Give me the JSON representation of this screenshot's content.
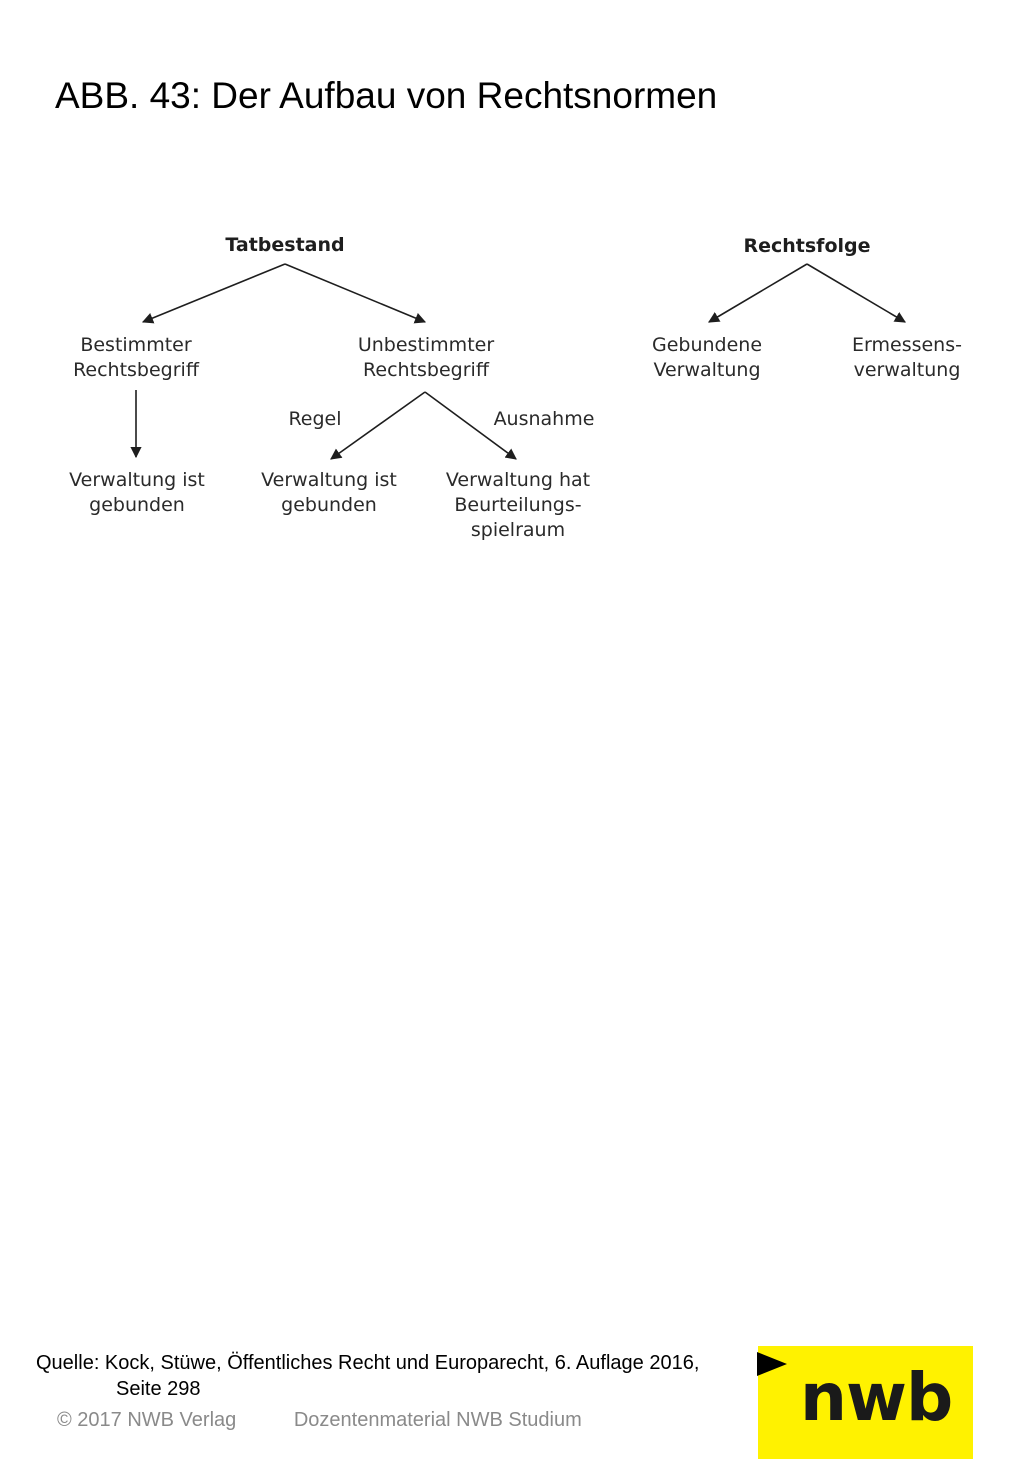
{
  "title": "ABB. 43: Der Aufbau von Rechtsnormen",
  "diagram": {
    "tatbestand": "Tatbestand",
    "rechtsfolge": "Rechtsfolge",
    "bestimmter": [
      "Bestimmter",
      "Rechtsbegriff"
    ],
    "unbestimmter": [
      "Unbestimmter",
      "Rechtsbegriff"
    ],
    "gebundene": [
      "Gebundene",
      "Verwaltung"
    ],
    "ermessens": [
      "Ermessens-",
      "verwaltung"
    ],
    "regel": "Regel",
    "ausnahme": "Ausnahme",
    "gebunden_1": [
      "Verwaltung ist",
      "gebunden"
    ],
    "gebunden_2": [
      "Verwaltung ist",
      "gebunden"
    ],
    "beurteilung": [
      "Verwaltung hat",
      "Beurteilungs-",
      "spielraum"
    ]
  },
  "footer": {
    "source_line1": "Quelle: Kock, Stüwe, Öffentliches Recht und Europarecht, 6. Auflage 2016,",
    "source_line2": "Seite 298",
    "copyright": "© 2017 NWB Verlag",
    "material": "Dozentenmaterial NWB Studium"
  },
  "logo": {
    "text": "nwb",
    "color": "#fff200"
  },
  "icons": {
    "next": "play-icon"
  }
}
